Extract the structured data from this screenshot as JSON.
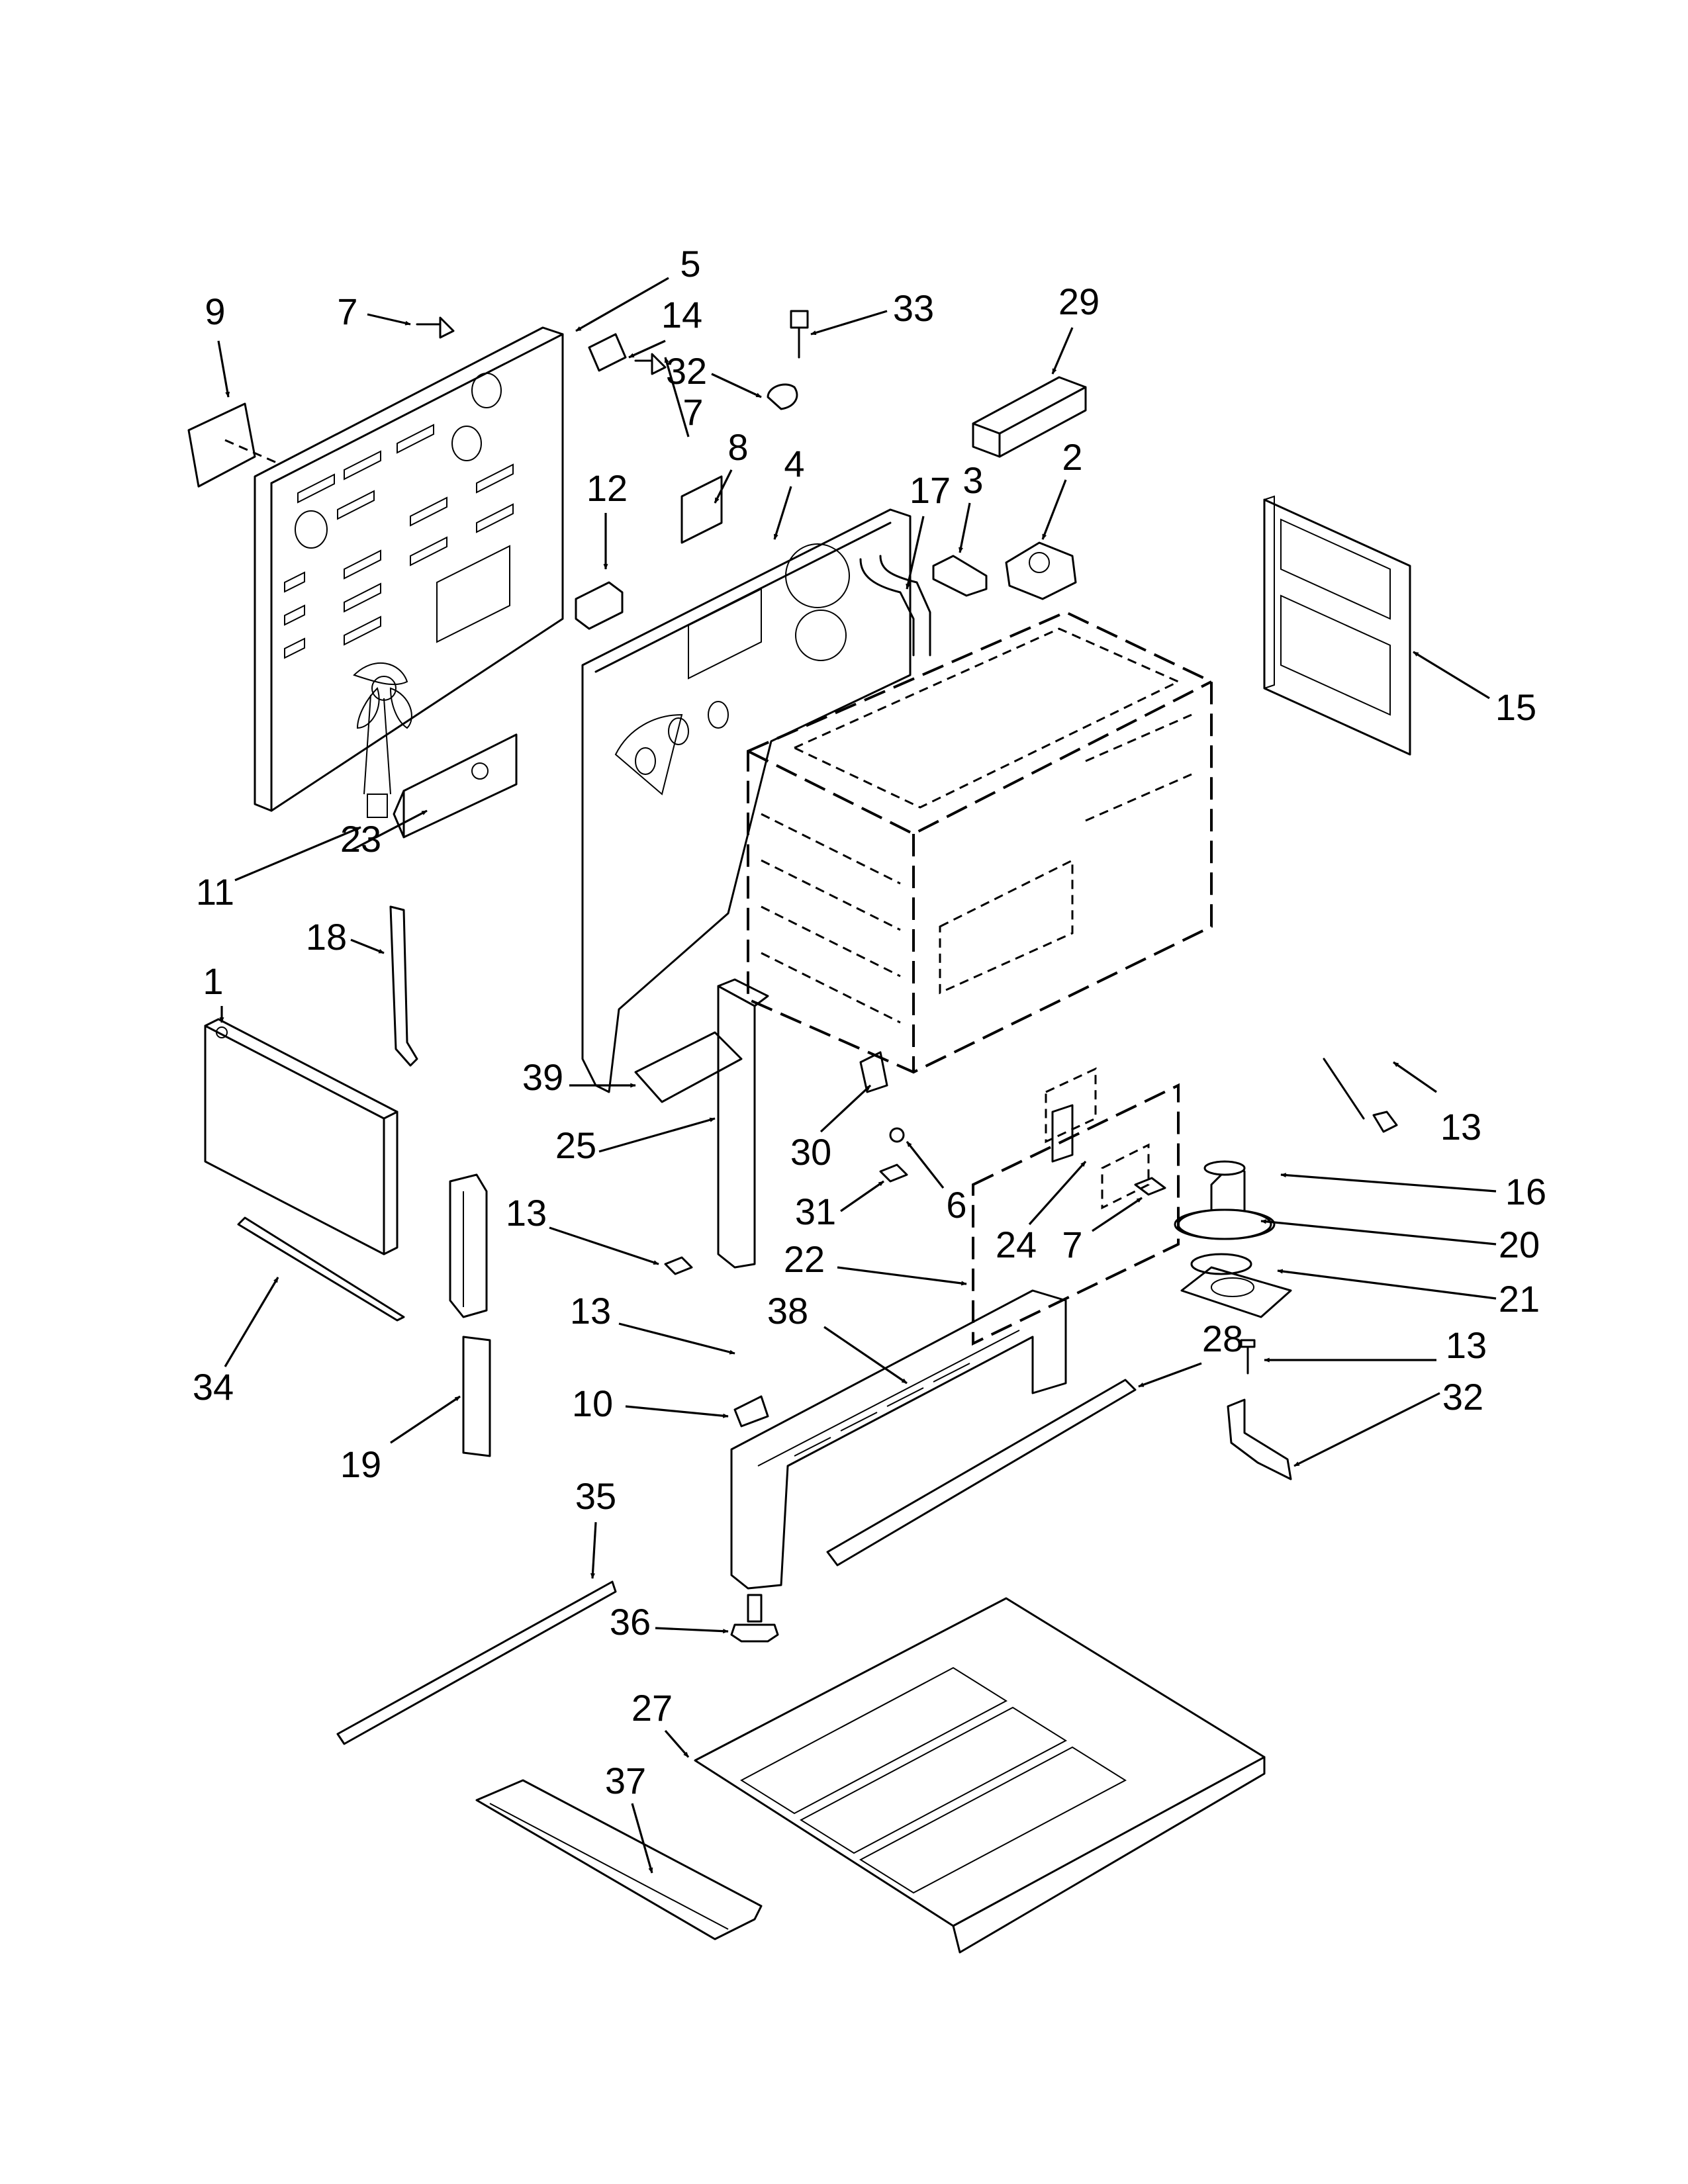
{
  "diagram": {
    "callouts": [
      {
        "label": "1"
      },
      {
        "label": "2"
      },
      {
        "label": "3"
      },
      {
        "label": "4"
      },
      {
        "label": "5"
      },
      {
        "label": "6"
      },
      {
        "label": "7"
      },
      {
        "label": "7"
      },
      {
        "label": "7"
      },
      {
        "label": "8"
      },
      {
        "label": "9"
      },
      {
        "label": "10"
      },
      {
        "label": "11"
      },
      {
        "label": "12"
      },
      {
        "label": "13"
      },
      {
        "label": "13"
      },
      {
        "label": "13"
      },
      {
        "label": "13"
      },
      {
        "label": "14"
      },
      {
        "label": "15"
      },
      {
        "label": "16"
      },
      {
        "label": "17"
      },
      {
        "label": "18"
      },
      {
        "label": "19"
      },
      {
        "label": "20"
      },
      {
        "label": "21"
      },
      {
        "label": "22"
      },
      {
        "label": "23"
      },
      {
        "label": "24"
      },
      {
        "label": "25"
      },
      {
        "label": "27"
      },
      {
        "label": "28"
      },
      {
        "label": "29"
      },
      {
        "label": "30"
      },
      {
        "label": "31"
      },
      {
        "label": "32"
      },
      {
        "label": "32"
      },
      {
        "label": "33"
      },
      {
        "label": "34"
      },
      {
        "label": "35"
      },
      {
        "label": "36"
      },
      {
        "label": "37"
      },
      {
        "label": "38"
      },
      {
        "label": "39"
      }
    ]
  }
}
